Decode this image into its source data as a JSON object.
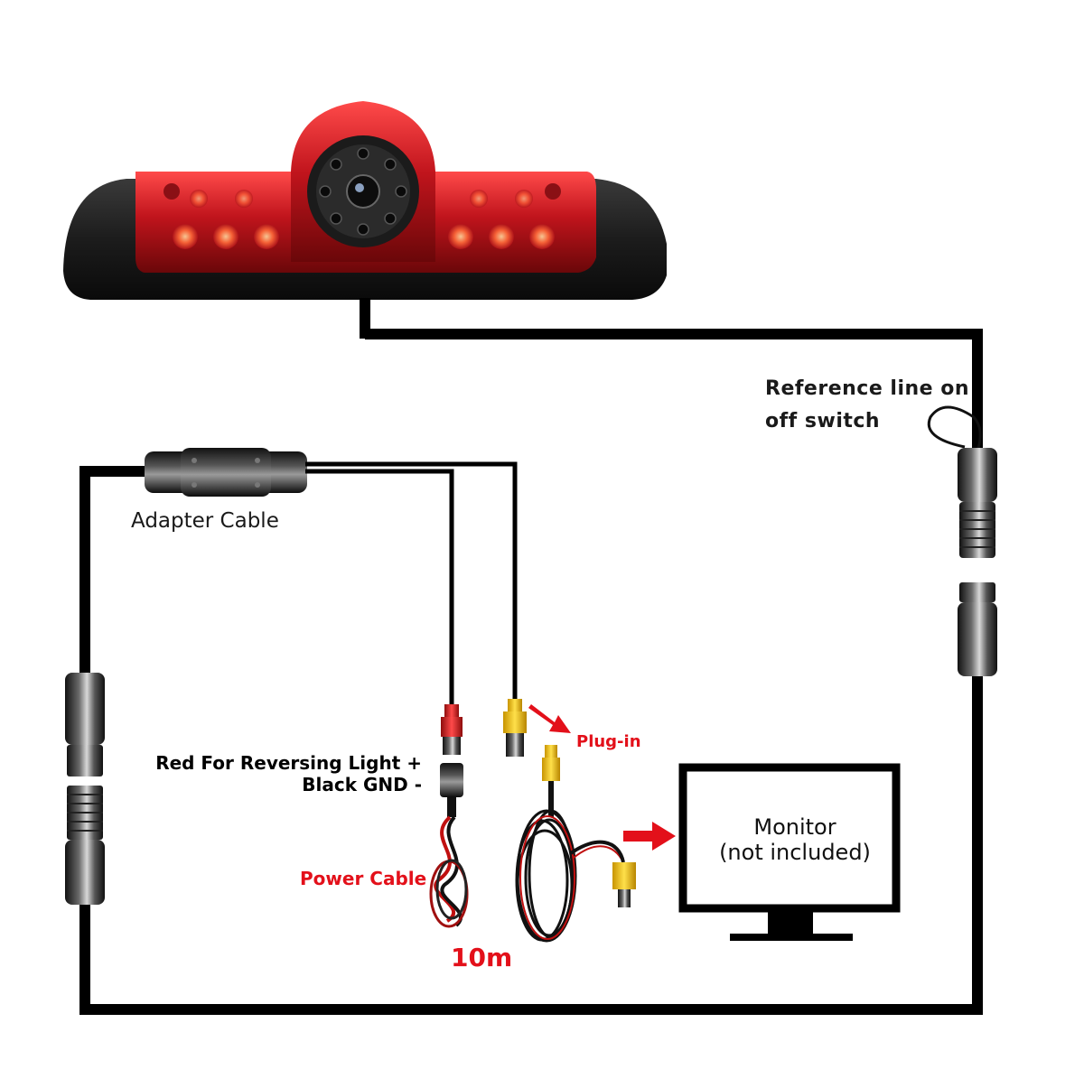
{
  "labels": {
    "reference_line_1": "Reference line on",
    "reference_line_2": "off switch",
    "adapter_cable": "Adapter Cable",
    "red_reversing": "Red For Reversing Light +",
    "black_gnd": "Black GND -",
    "plug_in": "Plug-in",
    "power_cable": "Power Cable",
    "length": "10m",
    "monitor_1": "Monitor",
    "monitor_2": "(not included)"
  },
  "colors": {
    "cable": "#000000",
    "annotation_red": "#e3101a",
    "lamp_red": "#c0141c",
    "rca_yellow": "#f2c200",
    "rca_red": "#d81e1e"
  }
}
